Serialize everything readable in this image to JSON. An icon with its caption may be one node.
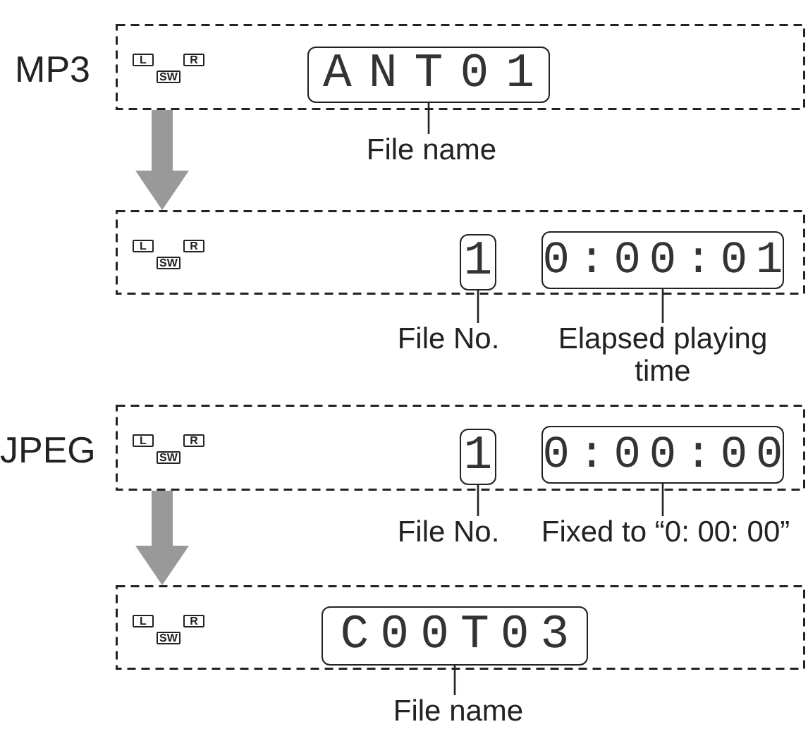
{
  "diagram": {
    "nodes": [
      {
        "text": [],
        "shape": "box",
        "beside": [
          "MP3"
        ]
      },
      {
        "text": [
          "L"
        ],
        "in": 0
      },
      {
        "text": [
          "SW"
        ],
        "in": 0
      },
      {
        "text": [
          "R"
        ],
        "in": 0
      },
      {
        "text": [
          "ANT01"
        ],
        "in": 0
      },
      {
        "text": [
          "File name"
        ]
      },
      {
        "text": [],
        "shape": "box"
      },
      {
        "text": [
          "L"
        ],
        "in": 6
      },
      {
        "text": [
          "SW"
        ],
        "in": 6
      },
      {
        "text": [
          "R"
        ],
        "in": 6
      },
      {
        "text": [
          "1"
        ],
        "in": 6
      },
      {
        "text": [
          "0:00:01"
        ],
        "in": 6
      },
      {
        "text": [
          "File No."
        ]
      },
      {
        "text": [
          "Elapsed playing time"
        ]
      },
      {
        "text": [],
        "shape": "box",
        "beside": [
          "JPEG"
        ]
      },
      {
        "text": [
          "L"
        ],
        "in": 14
      },
      {
        "text": [
          "SW"
        ],
        "in": 14
      },
      {
        "text": [
          "R"
        ],
        "in": 14
      },
      {
        "text": [
          "1"
        ],
        "in": 14
      },
      {
        "text": [
          "0:00:00"
        ],
        "in": 14
      },
      {
        "text": [
          "File No."
        ]
      },
      {
        "text": [
          "Fixed to “0: 00: 00”"
        ]
      },
      {
        "text": [],
        "shape": "box"
      },
      {
        "text": [
          "L"
        ],
        "in": 22
      },
      {
        "text": [
          "SW"
        ],
        "in": 22
      },
      {
        "text": [
          "R"
        ],
        "in": 22
      },
      {
        "text": [
          "C00T03"
        ],
        "in": 22
      },
      {
        "text": [
          "File name"
        ]
      }
    ],
    "edges": [
      {
        "from": 5,
        "to": 4,
        "arrow": "none"
      },
      {
        "from": 0,
        "to": 6,
        "arrow": "to",
        "style": "thick",
        "color": "#999999"
      },
      {
        "from": 12,
        "to": 10,
        "arrow": "none"
      },
      {
        "from": 13,
        "to": 11,
        "arrow": "none"
      },
      {
        "from": 20,
        "to": 18,
        "arrow": "none"
      },
      {
        "from": 21,
        "to": 19,
        "arrow": "none"
      },
      {
        "from": 14,
        "to": 22,
        "arrow": "to",
        "style": "thick",
        "color": "#999999"
      },
      {
        "from": 27,
        "to": 26,
        "arrow": "none"
      }
    ]
  }
}
